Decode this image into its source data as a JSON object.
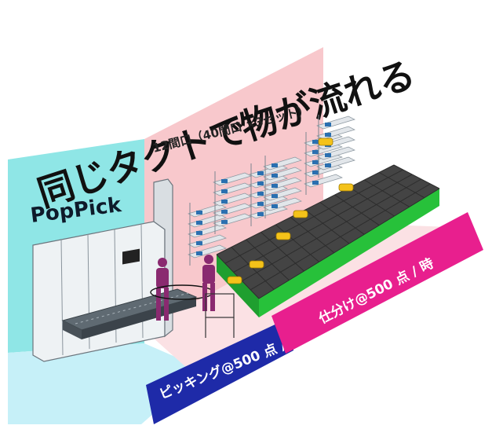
{
  "headline": {
    "line1": "同じタクトで",
    "line2": "物が流れる"
  },
  "zones": {
    "left": {
      "title": "PopPick",
      "color": "#8fe6e6",
      "floor_color": "#c6f0f8"
    },
    "right": {
      "title": "12間口（40間口 ×3セット）",
      "color": "#f8c8cc",
      "floor_color": "#fbe1e4"
    }
  },
  "banners": {
    "picking": {
      "text": "ピッキング@500 点 / 時",
      "color": "#1e2aa8"
    },
    "sorting": {
      "text": "仕分け@500 点 / 時",
      "color": "#e81f8e"
    }
  },
  "colors": {
    "worker": "#8a2a70",
    "conveyor_green": "#27c13a",
    "tote_dark": "#3c3c3c",
    "robot_yellow": "#f4c21a",
    "shelf": "#e2e6ea",
    "rack_blue": "#2a6fb0"
  }
}
